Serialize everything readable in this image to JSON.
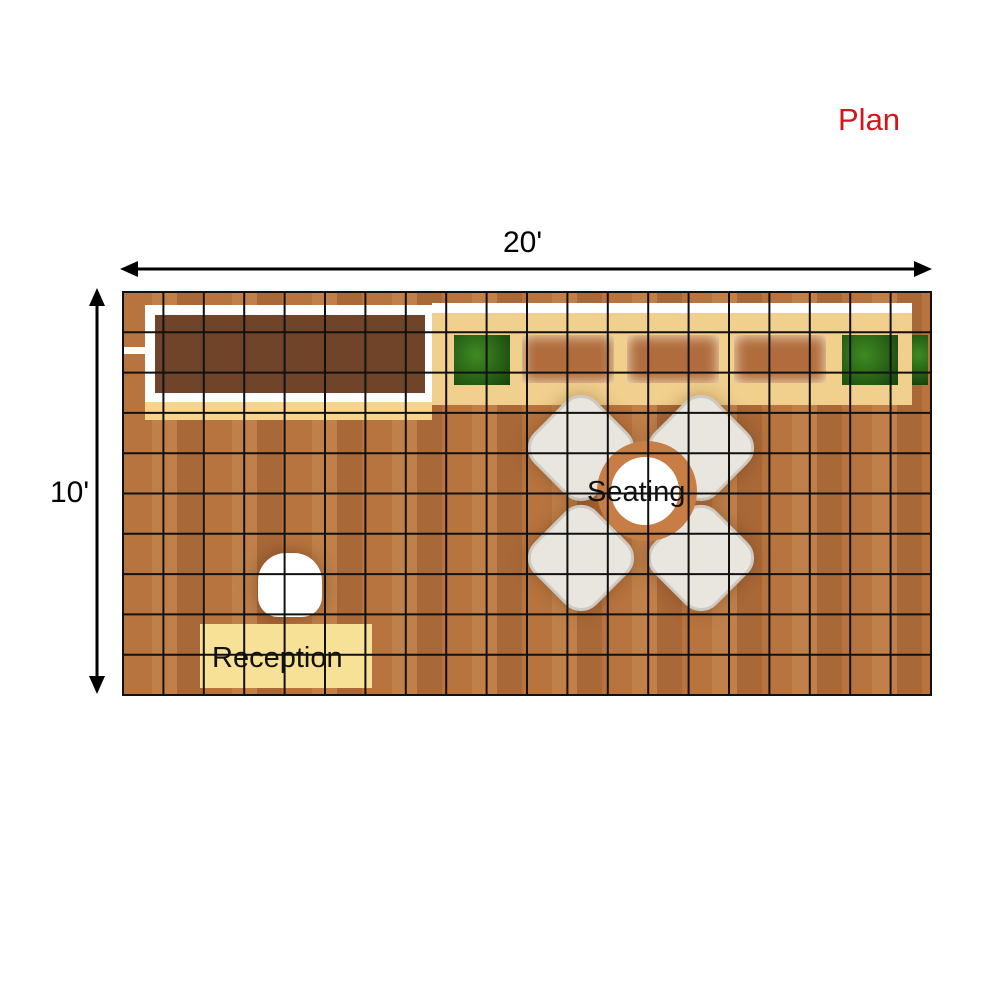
{
  "title": "Plan",
  "dimensions": {
    "width_label": "20'",
    "depth_label": "10'"
  },
  "grid": {
    "columns": 20,
    "rows": 10
  },
  "zones": {
    "seating_label": "Seating",
    "reception_label": "Reception"
  },
  "colors": {
    "title": "#d0161b",
    "floor": "#b8743f",
    "grid": "#111111"
  }
}
